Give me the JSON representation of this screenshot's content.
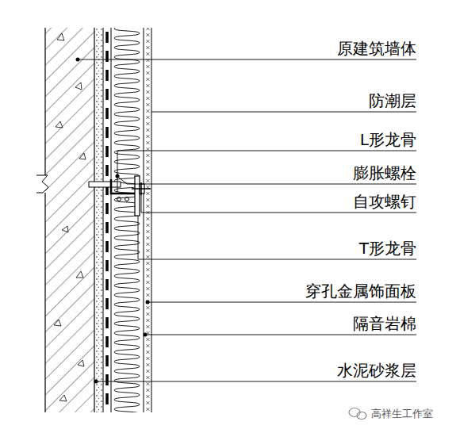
{
  "diagram": {
    "labels": [
      "原建筑墙体",
      "防潮层",
      "L形龙骨",
      "膨胀螺栓",
      "自攻螺钉",
      "T形龙骨",
      "穿孔金属饰面板",
      "隔音岩棉",
      "水泥砂浆层",
      "高祥生工作室"
    ]
  }
}
